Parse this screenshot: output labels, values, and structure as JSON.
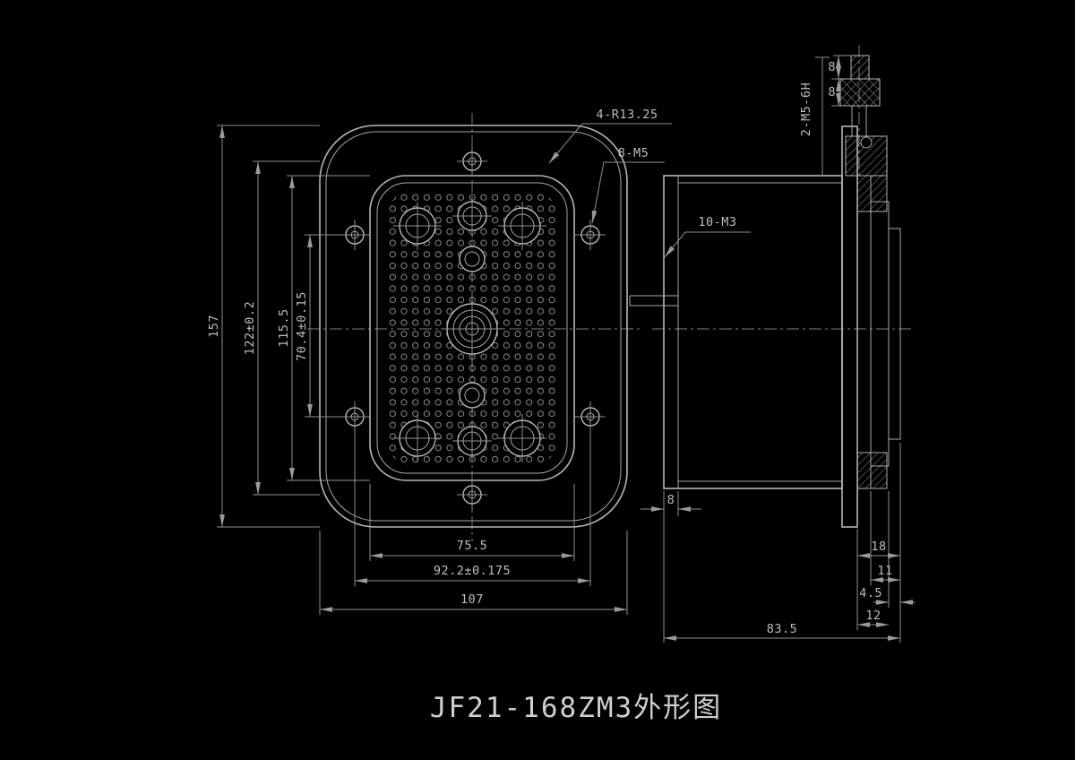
{
  "title": "JF21-168ZM3外形图",
  "front_view": {
    "callout_corner": "4-R13.25",
    "callout_screws": "8-M5",
    "dim_height_overall": "157",
    "dim_height_mounting": "122±0.2",
    "dim_height_insert": "115.5",
    "dim_height_screw_rows": "70.4±0.15",
    "dim_width_insert": "75.5",
    "dim_width_mounting": "92.2±0.175",
    "dim_width_overall": "107"
  },
  "side_view": {
    "callout_holes": "10-M3",
    "callout_jackscrew": "2-M5-6H",
    "dim_cap_height": "8",
    "dim_knob_height": "8",
    "dim_rear_lip": "8",
    "dim_step_flange_tip": "18",
    "dim_step_mid": "11",
    "dim_step_small": "4.5",
    "dim_step_front": "12",
    "dim_depth_overall": "83.5"
  }
}
